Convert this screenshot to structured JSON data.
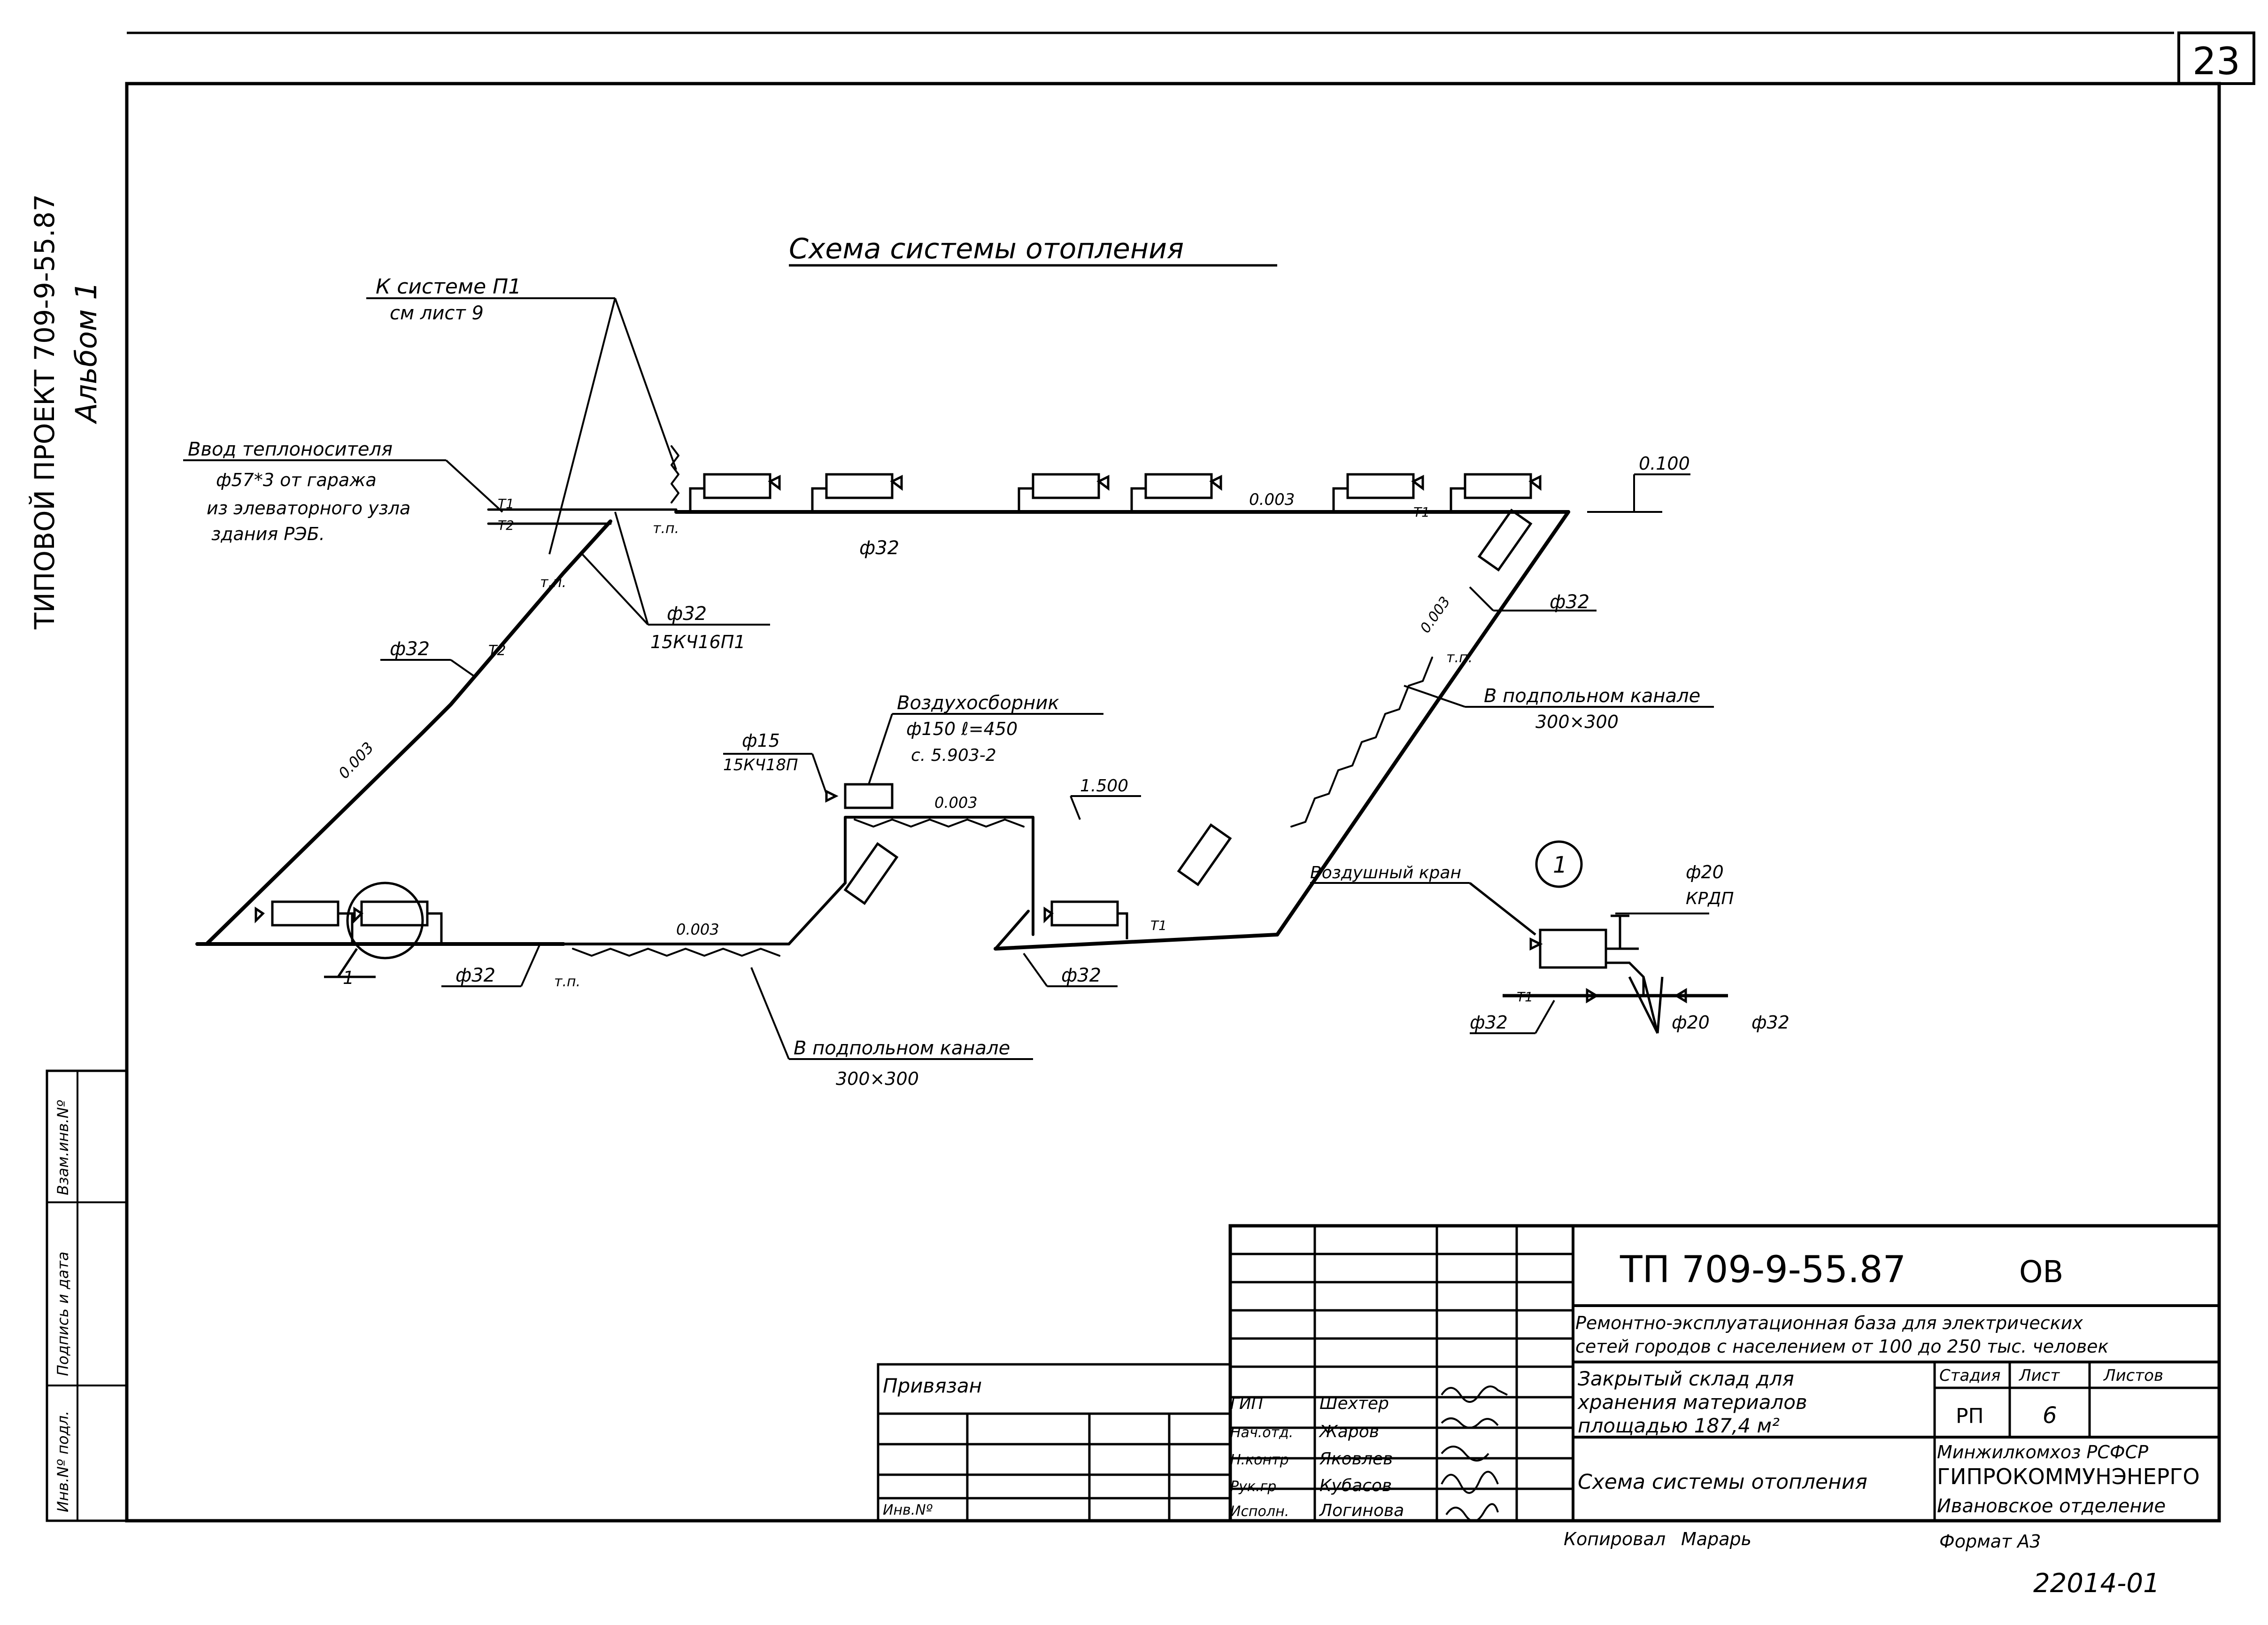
{
  "sheet": {
    "page_number": "23",
    "side_stamp_line1": "ТИПОВОЙ ПРОЕКТ 709-9-55.87",
    "side_stamp_line2": "Альбом 1",
    "side_columns": [
      "Инв.Nº подл.",
      "Подпись и дата",
      "Взам.инв.Nº"
    ]
  },
  "diagram": {
    "title": "Схема системы отопления",
    "labels": {
      "to_system_p1": "К системе П1",
      "see_sheet_9": "см лист 9",
      "heat_input": "Ввод теплоносителя",
      "heat_input_pipe": "ф57*3 от гаража",
      "heat_input_from": "из элеваторного узла",
      "heat_input_building": "здания РЭБ.",
      "t1": "Т1",
      "t2": "Т2",
      "tp": "т.п.",
      "phi32": "ф32",
      "valve_15kch16p1": "15КЧ16П1",
      "slope": "0.003",
      "mark_0100": "0.100",
      "mark_1500": "1.500",
      "air_collector": "Воздухосборник",
      "air_collector_size": "ф150 ℓ=450",
      "air_collector_ref": "с. 5.903-2",
      "phi15": "ф15",
      "valve_15kch18p": "15КЧ18П",
      "underfloor_channel": "В подпольном канале",
      "channel_size": "300×300",
      "detail_ref": "1",
      "air_valve": "Воздушный кран",
      "phi20": "ф20",
      "krdp": "КРДП"
    }
  },
  "title_block": {
    "code": "ТП 709-9-55.87",
    "section": "ОВ",
    "description_line1": "Ремонтно-эксплуатационная база для электрических",
    "description_line2": "сетей городов с населением от 100 до 250 тыс. человек",
    "building_line1": "Закрытый склад для",
    "building_line2": "хранения материалов",
    "building_line3": "площадью 187,4 м²",
    "sheet_title": "Схема системы отопления",
    "stage_header": "Стадия",
    "sheet_header": "Лист",
    "sheets_header": "Листов",
    "stage_value": "РП",
    "sheet_value": "6",
    "sheets_value": "",
    "org_line1": "Минжилкомхоз РСФСР",
    "org_line2": "ГИПРОКОММУНЭНЕРГО",
    "org_line3": "Ивановское отделение",
    "bound_to": "Привязан",
    "inv_no": "Инв.Nº",
    "roles": [
      {
        "role": "ГИП",
        "name": "Шехтер"
      },
      {
        "role": "Нач.отд.",
        "name": "Жаров"
      },
      {
        "role": "Н.контр",
        "name": "Яковлев"
      },
      {
        "role": "Рук.гр",
        "name": "Кубасов"
      },
      {
        "role": "Исполн.",
        "name": "Логинова"
      }
    ],
    "copied_by": "Копировал",
    "copier": "Марарь",
    "format": "Формат А3",
    "archive_no": "22014-01"
  }
}
